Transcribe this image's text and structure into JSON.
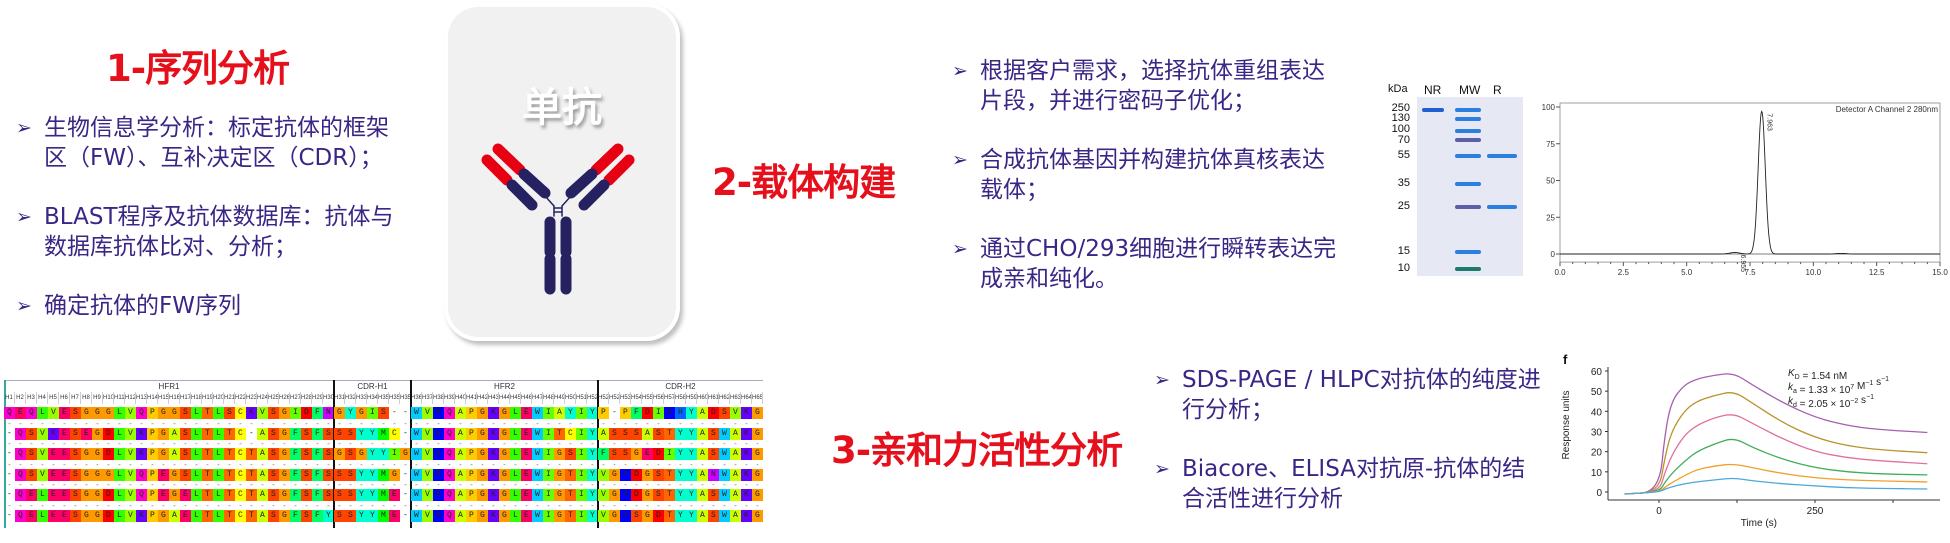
{
  "section1": {
    "title": "1-序列分析",
    "bullets": [
      {
        "lines": [
          "生物信息学分析：标定抗体的框架",
          "区（FW）、互补决定区（CDR）；"
        ]
      },
      {
        "lines": [
          "BLAST程序及抗体数据库：抗体与",
          "数据库抗体比对、分析；"
        ]
      },
      {
        "lines": [
          "确定抗体的FW序列"
        ]
      }
    ]
  },
  "card": {
    "title": "单抗",
    "colors": {
      "variable": "#e60012",
      "constant": "#262262"
    }
  },
  "section2": {
    "title": "2-载体构建",
    "bullets": [
      {
        "lines": [
          "根据客户需求，选择抗体重组表达",
          "片段，并进行密码子优化；"
        ]
      },
      {
        "lines": [
          "合成抗体基因并构建抗体真核表达",
          "载体；"
        ]
      },
      {
        "lines": [
          "通过CHO/293细胞进行瞬转表达完",
          "成亲和纯化。"
        ]
      }
    ]
  },
  "section3": {
    "title": "3-亲和力活性分析",
    "bullets": [
      {
        "lines": [
          "SDS-PAGE / HLPC对抗体的纯度进",
          "行分析；"
        ]
      },
      {
        "lines": [
          "Biacore、ELISA对抗原-抗体的结",
          "合活性进行分析"
        ]
      }
    ]
  },
  "colors": {
    "title": "#e5101c",
    "text": "#3b2585"
  },
  "gel": {
    "unit_label": "kDa",
    "lanes": [
      "NR",
      "MW",
      "R"
    ],
    "markers": [
      "250",
      "130",
      "100",
      "70",
      "55",
      "35",
      "25",
      "15",
      "10"
    ],
    "bands": {
      "NR": [
        "250"
      ],
      "MW": [
        "250",
        "130",
        "100",
        "70",
        "55",
        "35",
        "25",
        "15",
        "10"
      ],
      "R": [
        "55",
        "25"
      ]
    }
  },
  "alignment": {
    "regions": [
      {
        "label": "HFR1",
        "positions": [
          "H1",
          "H2",
          "H3",
          "H4",
          "H5",
          "H6",
          "H7",
          "H8",
          "H9",
          "H10",
          "H11",
          "H12",
          "H13",
          "H14",
          "H15",
          "H16",
          "H17",
          "H18",
          "H19",
          "H20",
          "H21",
          "H22",
          "H23",
          "H24",
          "H25",
          "H26",
          "H27",
          "H28",
          "H29",
          "H30"
        ]
      },
      {
        "label": "CDR-H1",
        "positions": [
          "H31",
          "H32",
          "H33",
          "H34",
          "H35",
          "H35a",
          "H35b"
        ]
      },
      {
        "label": "HFR2",
        "positions": [
          "H36",
          "H37",
          "H38",
          "H39",
          "H40",
          "H41",
          "H42",
          "H43",
          "H44",
          "H45",
          "H46",
          "H47",
          "H48",
          "H49",
          "H50",
          "H51",
          "H52"
        ]
      },
      {
        "label": "CDR-H2",
        "positions": [
          "H52a",
          "H52b",
          "H53",
          "H54",
          "H55",
          "H56",
          "H57",
          "H58",
          "H59",
          "H60",
          "H61",
          "H62",
          "H63",
          "H64",
          "H65"
        ]
      }
    ],
    "rows": [
      [
        "QEQLVESGGGLVQPGGSLTLSCKVSGIDFN",
        "GYGIS--",
        "WVRQAPGKGLEWIAYIY",
        "P-PFDIRHYADSVKG"
      ],
      [
        "-QSVKESEGDLVKPGASLTLTC-ASGFSFS",
        "SSYYMC-",
        "WVRQAPGKGLEWITCIY",
        "ASSSASTYYASWAKG"
      ],
      [
        "-QSVEESGGDLVKPGASLTLTCTASGFSFS",
        "GSGYYIG",
        "WVRQAPGKGLEWIGSIY",
        "FSSGEDIYYASWAKG"
      ],
      [
        "-QSVEESGGGLVQPEGSLTLTCTASGFSFS",
        "SSYYMG-",
        "WVRQAPGKGLEWIGTIY",
        "VGRDGSTYYANWAKG"
      ],
      [
        "-QELEESGGDLVQPEGELTLTCTASGFSFS",
        "SSYYME-",
        "WVRQAPGKGLEWIGTIY",
        "VGRDGSTYYASWAKG"
      ],
      [
        "-QELEESGGDLVKPGAELTLTCTASGFSFY",
        "SSYYME-",
        "WVRQAPGKGLEWIGTIY",
        "VGRSGDTYYASWAKG"
      ]
    ],
    "residue_colors": {
      "Q": "#ff00cc",
      "E": "#ff0066",
      "L": "#33ff00",
      "V": "#99ff00",
      "S": "#ff4400",
      "G": "#ff9900",
      "Y": "#00ffcc",
      "P": "#ffcc00",
      "T": "#ff6600",
      "C": "#ffff00",
      "K": "#6600ff",
      "D": "#ff0000",
      "F": "#00ff66",
      "N": "#cc00ff",
      "I": "#66ff00",
      "W": "#00ccff",
      "R": "#0000ff",
      "A": "#ccff00",
      "M": "#00ff00",
      "H": "#0066ff"
    }
  },
  "chart_data": [
    {
      "type": "line",
      "title": "",
      "annotation": "Detector A Channel 2 280nm",
      "xlabel": "",
      "ylabel": "",
      "xlim": [
        0,
        15
      ],
      "ylim": [
        -5,
        105
      ],
      "x_ticks": [
        "0.0",
        "2.5",
        "5.0",
        "7.5",
        "10.0",
        "12.5",
        "15.0"
      ],
      "y_ticks": [
        "0",
        "25",
        "50",
        "75",
        "100"
      ],
      "peaks": [
        {
          "retention_time": 7.963,
          "height": 97,
          "label": "7.963"
        },
        {
          "retention_time": 6.9,
          "height": 1,
          "label": "6.955"
        },
        {
          "retention_time": 11.1,
          "height": 0.4,
          "label": ""
        }
      ],
      "grid": false
    },
    {
      "type": "line",
      "panel_label": "f",
      "xlabel": "Time (s)",
      "ylabel": "Response units",
      "xlim": [
        -80,
        440
      ],
      "ylim": [
        -3,
        62
      ],
      "x_ticks": [
        "0",
        "250"
      ],
      "y_ticks": [
        "0",
        "10",
        "20",
        "30",
        "40",
        "50",
        "60"
      ],
      "annotations": [
        [
          [
            "K",
            "i"
          ],
          [
            "D",
            "sub"
          ],
          [
            " = 1.54 nM",
            "n"
          ]
        ],
        [
          [
            "k",
            "i"
          ],
          [
            "a",
            "sub"
          ],
          [
            " = 1.33 × 10",
            "n"
          ],
          [
            "7",
            "sup"
          ],
          [
            " M",
            "n"
          ],
          [
            "−1",
            "sup"
          ],
          [
            " s",
            "n"
          ],
          [
            "−1",
            "sup"
          ]
        ],
        [
          [
            "k",
            "i"
          ],
          [
            "d",
            "sub"
          ],
          [
            " = 2.05 × 10",
            "n"
          ],
          [
            "−2",
            "sup"
          ],
          [
            " s",
            "n"
          ],
          [
            "−1",
            "sup"
          ]
        ]
      ],
      "x": [
        -55,
        0,
        10,
        20,
        40,
        60,
        90,
        120,
        150,
        200,
        250,
        300,
        350,
        430
      ],
      "series": [
        {
          "color": "#a65fb0",
          "values": [
            -1,
            0,
            30,
            45,
            53,
            56,
            58,
            59,
            53,
            44,
            37,
            33,
            31,
            29.5
          ]
        },
        {
          "color": "#b8942c",
          "values": [
            -1,
            0,
            18,
            30,
            40,
            45,
            48,
            50,
            44,
            34,
            27,
            23,
            21,
            19.5
          ]
        },
        {
          "color": "#e2719f",
          "values": [
            -1,
            0,
            10,
            18,
            28,
            33,
            37,
            39,
            34,
            26,
            20,
            17,
            15.5,
            14
          ]
        },
        {
          "color": "#3fae5c",
          "values": [
            -1,
            0,
            5,
            9,
            15,
            20,
            24,
            27,
            22,
            16,
            12,
            10,
            9,
            8.5
          ]
        },
        {
          "color": "#f0a02c",
          "values": [
            -1,
            0,
            2.5,
            4.5,
            8,
            11,
            13,
            14,
            12,
            9,
            7,
            6,
            5.5,
            5
          ]
        },
        {
          "color": "#4fa8d8",
          "values": [
            -1,
            0,
            1.5,
            2.5,
            4,
            5,
            6,
            7,
            5.5,
            4,
            3,
            2.2,
            1.8,
            1.5
          ]
        }
      ],
      "grid": false
    }
  ]
}
